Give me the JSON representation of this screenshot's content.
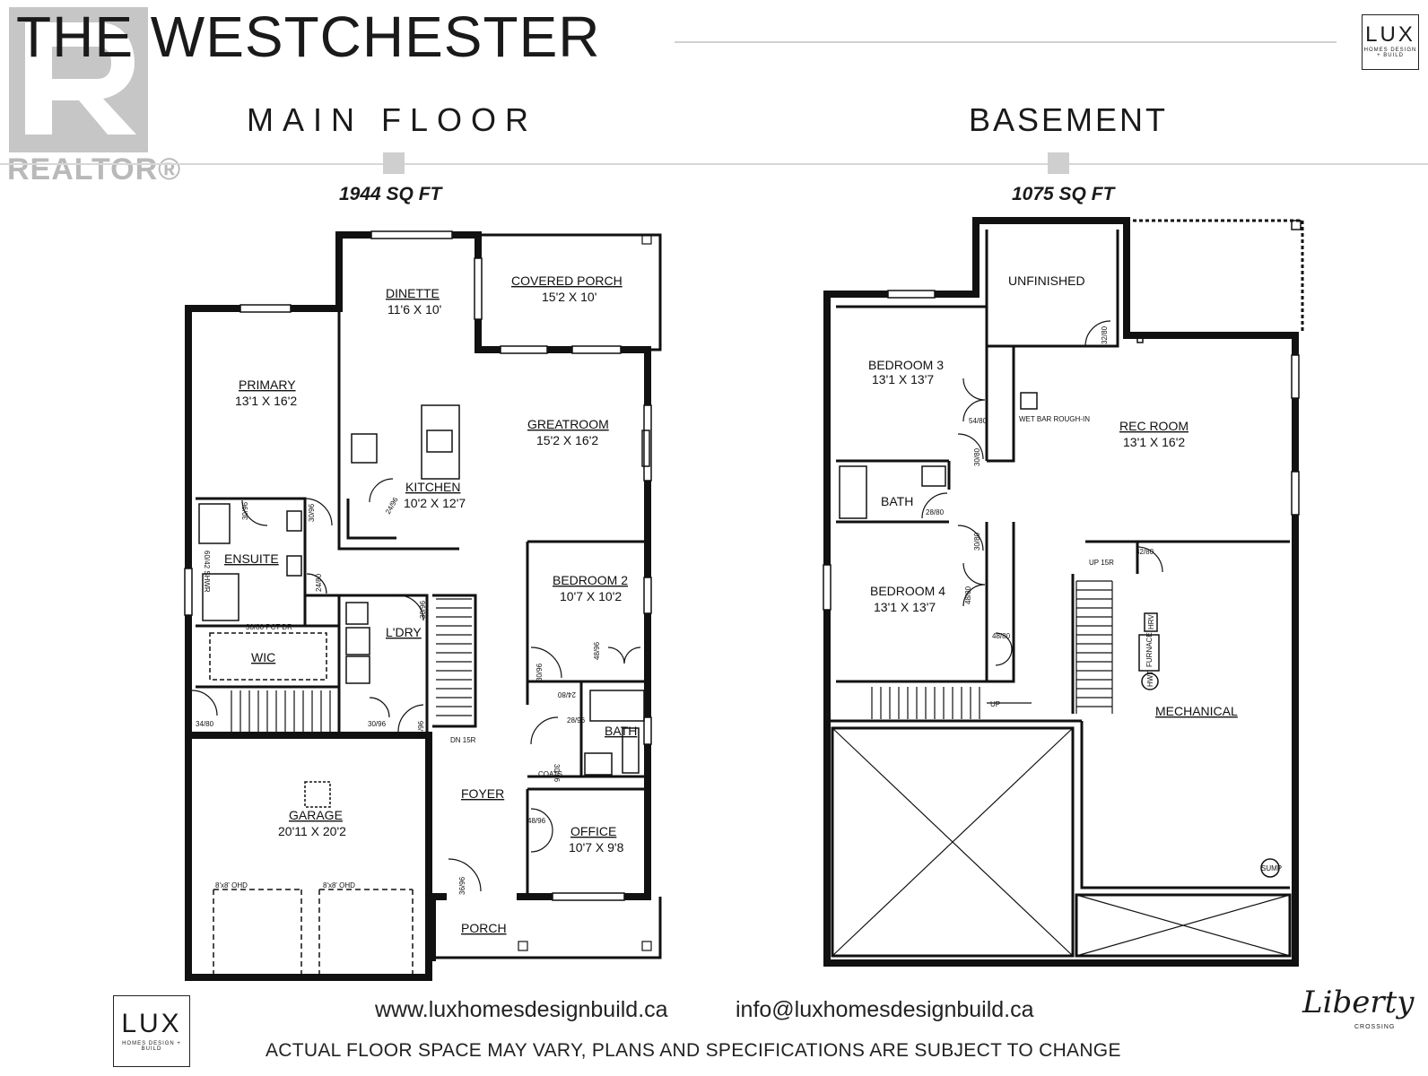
{
  "title": "THE WESTCHESTER",
  "lux_logo": {
    "name": "LUX",
    "tagline": "HOMES DESIGN + BUILD"
  },
  "realtor_watermark": "REALTOR®",
  "main_floor": {
    "heading": "MAIN FLOOR",
    "sqft": "1944 SQ FT",
    "rooms": [
      {
        "name": "DINETTE",
        "dims": "11'6 X 10'"
      },
      {
        "name": "COVERED PORCH",
        "dims": "15'2 X 10'"
      },
      {
        "name": "PRIMARY",
        "dims": "13'1 X 16'2"
      },
      {
        "name": "GREATROOM",
        "dims": "15'2 X 16'2"
      },
      {
        "name": "KITCHEN",
        "dims": "10'2 X 12'7"
      },
      {
        "name": "ENSUITE",
        "dims": ""
      },
      {
        "name": "BEDROOM 2",
        "dims": "10'7 X 10'2"
      },
      {
        "name": "L'DRY",
        "dims": ""
      },
      {
        "name": "WIC",
        "dims": ""
      },
      {
        "name": "BATH",
        "dims": ""
      },
      {
        "name": "GARAGE",
        "dims": "20'11 X 20'2"
      },
      {
        "name": "FOYER",
        "dims": ""
      },
      {
        "name": "OFFICE",
        "dims": "10'7 X 9'8"
      },
      {
        "name": "PORCH",
        "dims": ""
      }
    ],
    "annotations": [
      "30/96",
      "60/42 SHWR",
      "24/80",
      "30/80 PCT DR",
      "30/96",
      "48/96",
      "30/96",
      "24/80",
      "28/96",
      "COATS",
      "30/96",
      "34/80",
      "30/96",
      "34/96",
      "DN 15R",
      "48/96",
      "36/96",
      "8'x8' OHD",
      "8'x8' OHD",
      "24/96",
      "30/96"
    ]
  },
  "basement": {
    "heading": "BASEMENT",
    "sqft": "1075 SQ FT",
    "rooms": [
      {
        "name": "UNFINISHED",
        "dims": ""
      },
      {
        "name": "BEDROOM 3",
        "dims": "13'1 X 13'7"
      },
      {
        "name": "REC ROOM",
        "dims": "13'1 X 16'2"
      },
      {
        "name": "BATH",
        "dims": ""
      },
      {
        "name": "BEDROOM 4",
        "dims": "13'1 X 13'7"
      },
      {
        "name": "MECHANICAL",
        "dims": ""
      }
    ],
    "annotations": [
      "32/80",
      "54/80",
      "30/80",
      "WET BAR ROUGH-IN",
      "28/80",
      "30/80",
      "32/80",
      "UP 15R",
      "48/80",
      "48/80",
      "UP",
      "SUMP",
      "HRV",
      "FURNACE",
      "HWT"
    ]
  },
  "website": "www.luxhomesdesignbuild.ca",
  "email": "info@luxhomesdesignbuild.ca",
  "disclaimer": "ACTUAL FLOOR SPACE MAY VARY, PLANS AND SPECIFICATIONS ARE SUBJECT TO CHANGE",
  "community_logo": {
    "name": "Liberty",
    "sub": "CROSSING"
  }
}
